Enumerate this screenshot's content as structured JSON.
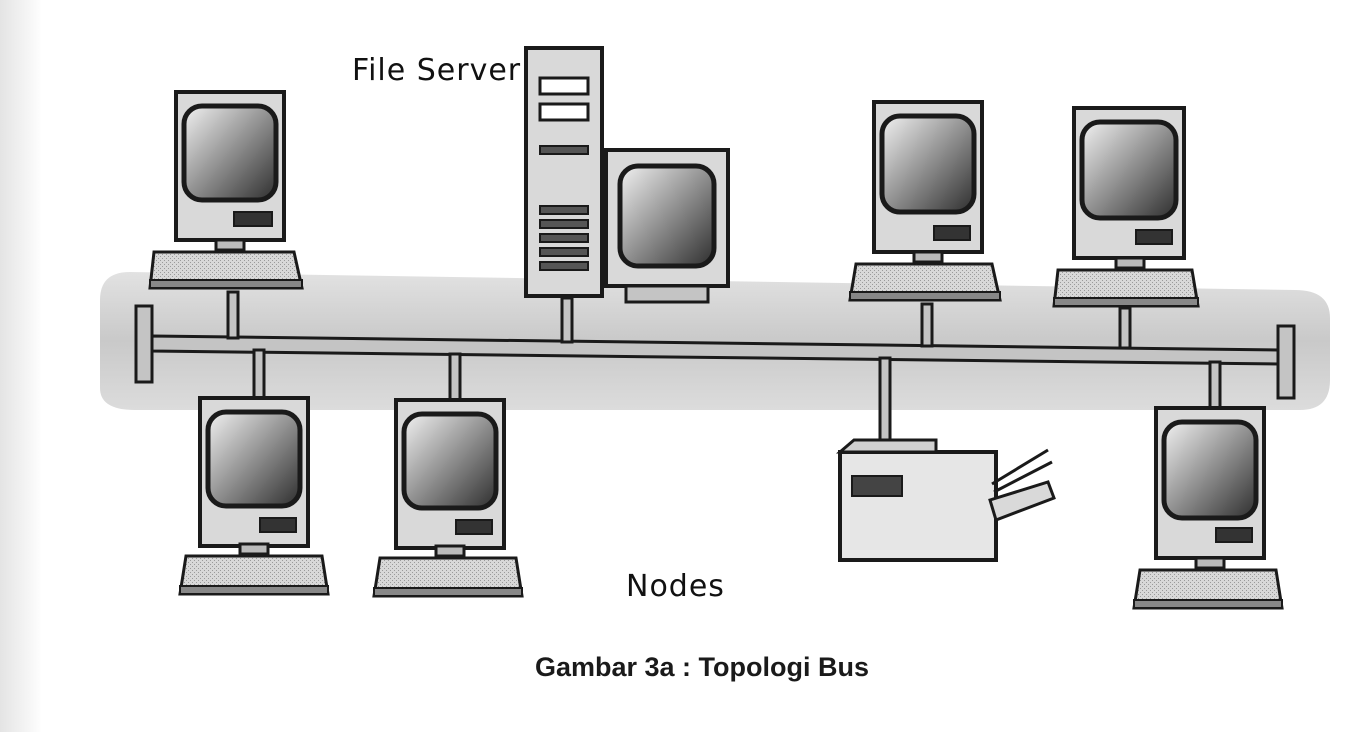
{
  "labels": {
    "file_server": "File Server",
    "nodes": "Nodes"
  },
  "caption": "Gambar 3a : Topologi Bus",
  "colors": {
    "line": "#1a1a1a",
    "device_fill": "#d9d9d9",
    "screen_fill": "#9a9a9a",
    "bus_fill": "#c4c4c4",
    "shadow_band": "#cfcfcf"
  }
}
